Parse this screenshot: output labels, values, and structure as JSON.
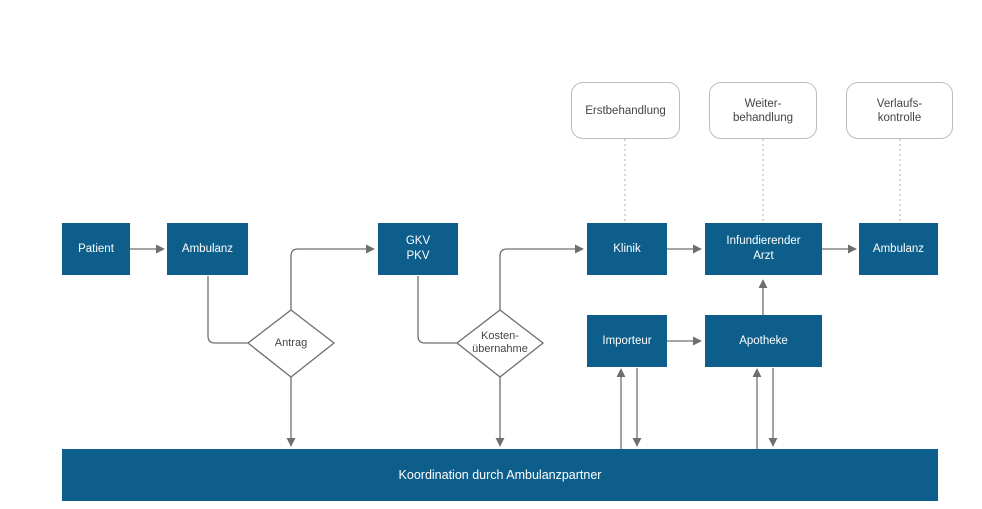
{
  "colors": {
    "box": "#0d5e8a",
    "arrow": "#6f6f6f",
    "outline": "#bdbdbd",
    "dotted": "#bcbcbc"
  },
  "nodes": {
    "patient": "Patient",
    "ambulanz_start": "Ambulanz",
    "gkv_pkv": "GKV\nPKV",
    "klinik": "Klinik",
    "infundierender_arzt": "Infundierender\nArzt",
    "ambulanz_end": "Ambulanz",
    "importeur": "Importeur",
    "apotheke": "Apotheke"
  },
  "decisions": {
    "antrag": "Antrag",
    "kostenuebernahme": "Kosten-\nübernahme"
  },
  "phases": {
    "erstbehandlung": "Erstbehandlung",
    "weiterbehandlung": "Weiter-\nbehandlung",
    "verlaufskontrolle": "Verlaufs-\nkontrolle"
  },
  "footer_bar": "Koordination durch Ambulanzpartner"
}
